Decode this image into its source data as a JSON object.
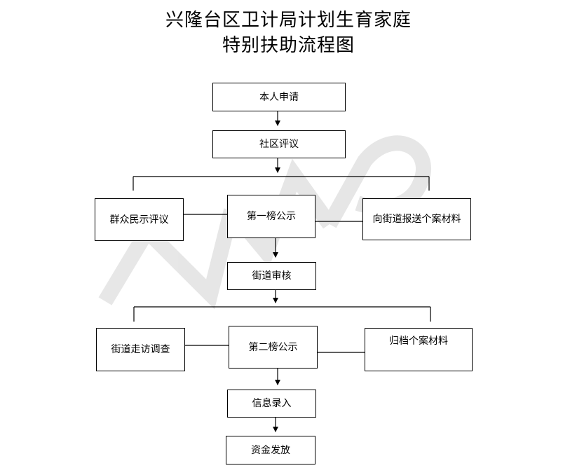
{
  "title": {
    "line1": "兴隆台区卫计局计划生育家庭",
    "line2": "特别扶助流程图"
  },
  "watermark": {
    "text": "WPS",
    "color": "#e4e4e4"
  },
  "nodes": {
    "apply": "本人申请",
    "community_review": "社区评议",
    "public_review": "群众民示评议",
    "first_publicity": "第一榜公示",
    "report_to_street": "向街道报送个案材料",
    "street_audit": "街道审核",
    "street_visit": "街道走访调查",
    "second_publicity": "第二榜公示",
    "archive": "归档个案材料",
    "info_entry": "信息录入",
    "fund_release": "资金发放"
  }
}
